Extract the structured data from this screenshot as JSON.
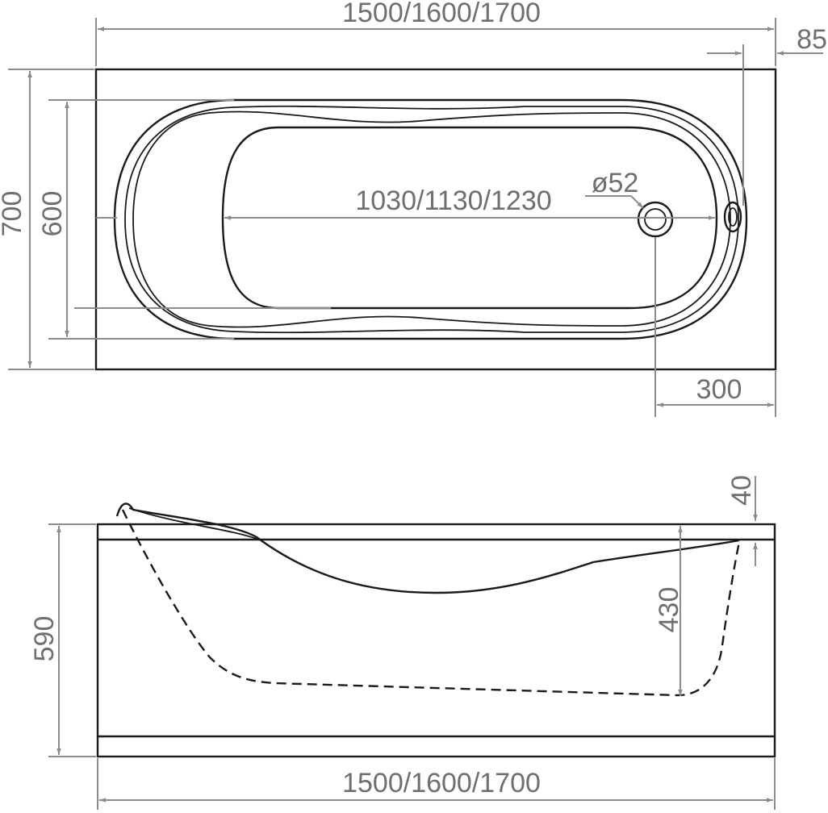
{
  "top_view": {
    "length_label": "1500/1600/1700",
    "rim_label": "85",
    "width_label": "700",
    "inner_width_label": "600",
    "bottom_length_label": "1030/1130/1230",
    "drain_label": "ø52",
    "drain_offset_label": "300"
  },
  "side_view": {
    "rim_height_label": "40",
    "depth_label": "430",
    "height_label": "590",
    "length_label": "1500/1600/1700"
  }
}
